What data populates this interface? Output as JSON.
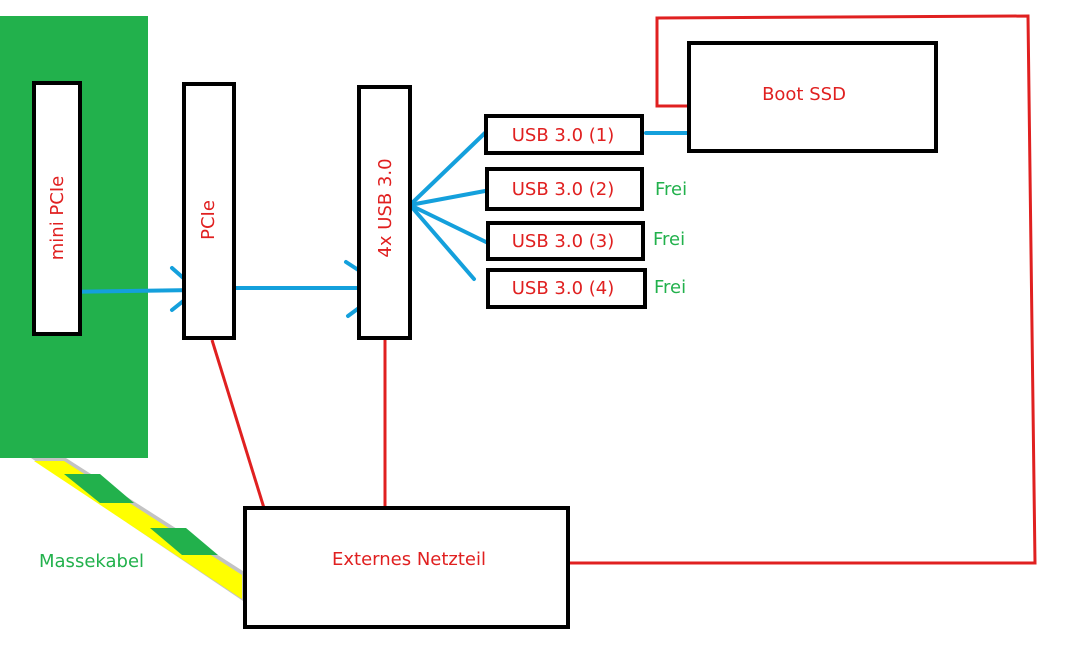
{
  "colors": {
    "board": "#22b14c",
    "power_wire": "#e02020",
    "data_link": "#14a0dc",
    "ground_cable_yellow": "#ffff00",
    "ground_cable_green": "#22b14c",
    "ground_cable_edge": "#c3c3c3",
    "box_border": "#000000"
  },
  "labels": {
    "mini_pcie": "mini PCIe",
    "pcie": "PCIe",
    "usb_hub": "4x USB 3.0",
    "usb_ports": [
      "USB 3.0 (1)",
      "USB 3.0 (2)",
      "USB 3.0 (3)",
      "USB 3.0 (4)"
    ],
    "frei": [
      "Frei",
      "Frei",
      "Frei"
    ],
    "boot_ssd": "Boot SSD",
    "netzteil": "Externes Netzteil",
    "massekabel": "Massekabel"
  }
}
